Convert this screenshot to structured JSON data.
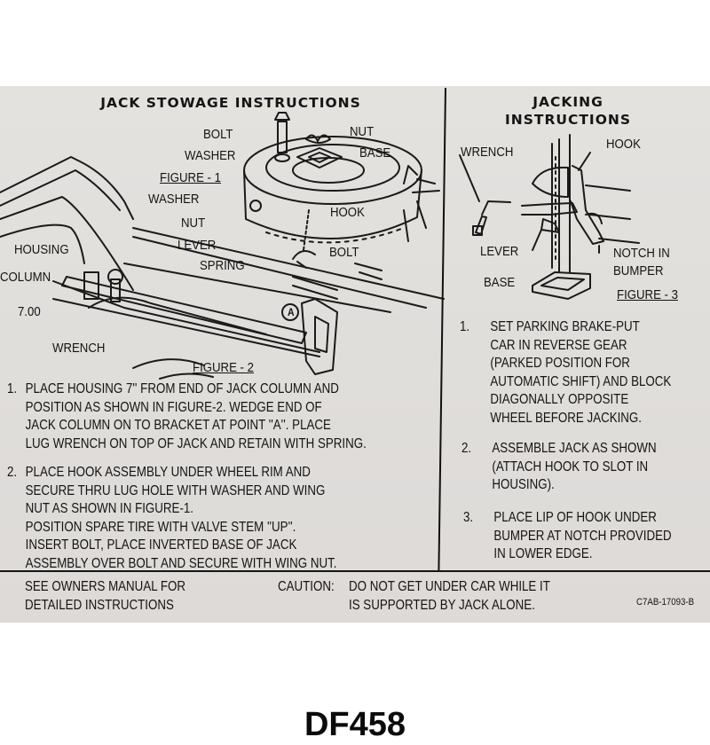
{
  "decal": {
    "left_panel": {
      "title": "JACK STOWAGE INSTRUCTIONS",
      "figure1": {
        "caption": "FIGURE - 1",
        "labels": {
          "bolt_top": "BOLT",
          "nut_top": "NUT",
          "washer_top": "WASHER",
          "base": "BASE",
          "washer_side": "WASHER",
          "hook": "HOOK",
          "nut_side": "NUT",
          "bolt_bottom": "BOLT"
        }
      },
      "figure2": {
        "caption": "FIGURE - 2",
        "labels": {
          "lever": "LEVER",
          "spring": "SPRING",
          "housing": "HOUSING",
          "column": "COLUMN",
          "dimension": "7.00",
          "wrench": "WRENCH",
          "point_a": "A"
        }
      },
      "steps": [
        {
          "number": "1.",
          "lines": [
            "PLACE HOUSING 7'' FROM END OF JACK COLUMN AND",
            "POSITION AS SHOWN IN FIGURE-2. WEDGE END OF",
            "JACK COLUMN ON TO BRACKET AT POINT ''A''. PLACE",
            "LUG WRENCH ON TOP OF JACK AND RETAIN WITH SPRING."
          ]
        },
        {
          "number": "2.",
          "lines": [
            "PLACE HOOK ASSEMBLY UNDER WHEEL RIM AND",
            "SECURE THRU LUG HOLE WITH WASHER AND WING",
            "NUT AS SHOWN IN FIGURE-1.",
            "POSITION SPARE TIRE WITH VALVE STEM ''UP''.",
            "INSERT BOLT, PLACE INVERTED BASE OF JACK",
            "ASSEMBLY OVER BOLT AND SECURE WITH WING NUT."
          ]
        }
      ]
    },
    "right_panel": {
      "title_line1": "JACKING",
      "title_line2": "INSTRUCTIONS",
      "figure3": {
        "caption": "FIGURE - 3",
        "labels": {
          "wrench": "WRENCH",
          "hook": "HOOK",
          "lever": "LEVER",
          "notch_line1": "NOTCH IN",
          "notch_line2": "BUMPER",
          "base": "BASE"
        }
      },
      "steps": [
        {
          "number": "1.",
          "lines": [
            "SET PARKING BRAKE-PUT",
            "CAR IN REVERSE GEAR",
            "(PARKED POSITION FOR",
            "AUTOMATIC SHIFT) AND BLOCK",
            "DIAGONALLY OPPOSITE",
            "WHEEL BEFORE JACKING."
          ]
        },
        {
          "number": "2.",
          "lines": [
            "ASSEMBLE JACK AS SHOWN",
            "(ATTACH HOOK TO SLOT IN",
            "HOUSING)."
          ]
        },
        {
          "number": "3.",
          "lines": [
            "PLACE LIP OF HOOK UNDER",
            "BUMPER AT NOTCH PROVIDED",
            "IN LOWER EDGE."
          ]
        }
      ]
    },
    "footer": {
      "manual_line1": "SEE OWNERS MANUAL FOR",
      "manual_line2": "DETAILED INSTRUCTIONS",
      "caution_label": "CAUTION:",
      "caution_line1": "DO NOT GET UNDER CAR WHILE IT",
      "caution_line2": "IS SUPPORTED BY JACK ALONE.",
      "part_number": "C7AB-17093-B"
    }
  },
  "product_code": "DF458",
  "colors": {
    "decal_background": "#e1dfdc",
    "ink": "#141414",
    "page_background": "#ffffff"
  }
}
